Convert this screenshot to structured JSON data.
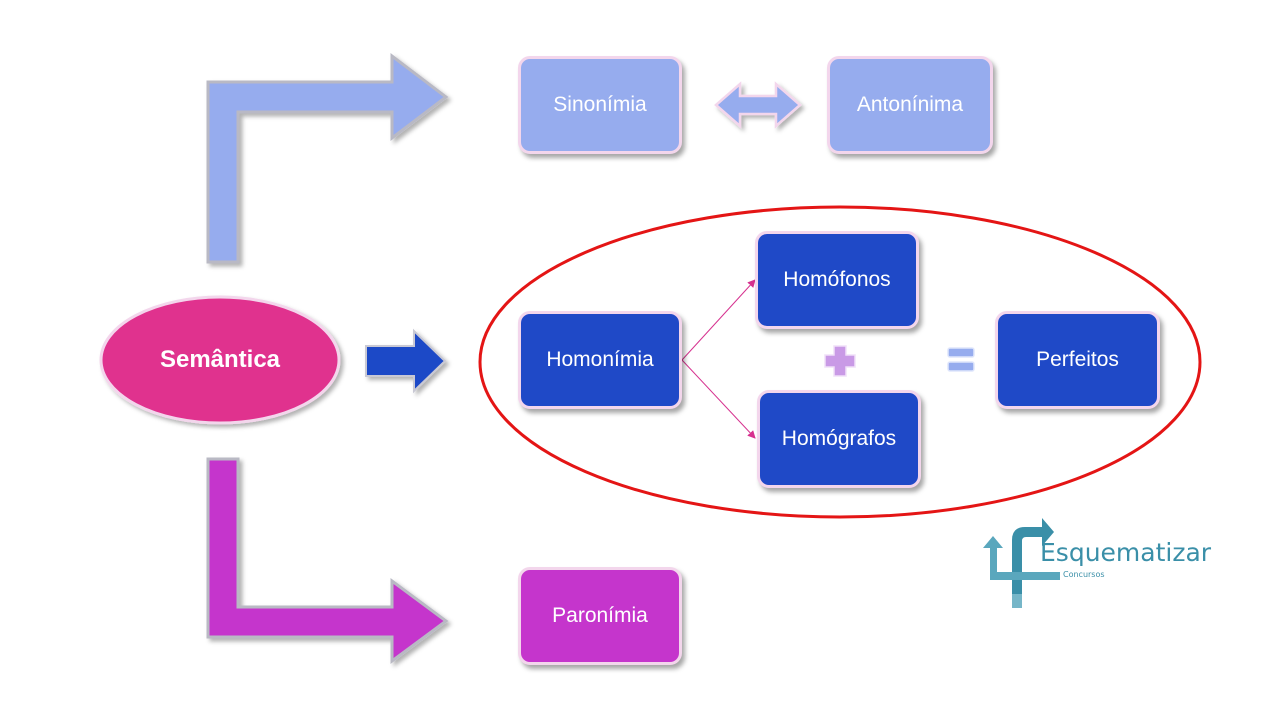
{
  "nodes": {
    "root": "Semântica",
    "sinonimia": "Sinonímia",
    "antoninima": "Antonínima",
    "homonimia": "Homonímia",
    "homofonos": "Homófonos",
    "homografos": "Homógrafos",
    "perfeitos": "Perfeitos",
    "paronimia": "Paronímia"
  },
  "logo": {
    "name": "Esquematizar",
    "subtitle": "Concursos"
  },
  "colors": {
    "root": "#e0318e",
    "light_blue": "#96acee",
    "dark_blue": "#1f49c7",
    "purple": "#c535cc",
    "highlight_ring": "#e41515",
    "logo": "#3a8fa8"
  }
}
